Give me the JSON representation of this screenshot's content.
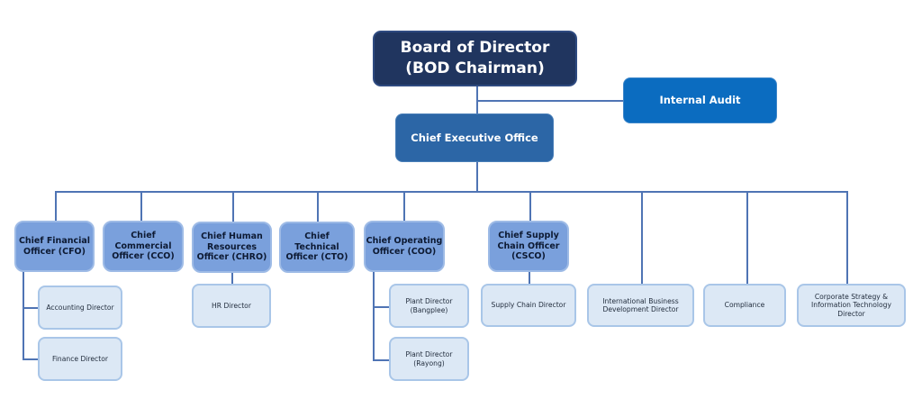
{
  "top": {
    "board": "Board of Director\n(BOD Chairman)",
    "internal_audit": "Internal Audit",
    "ceo": "Chief Executive Office"
  },
  "chiefs": [
    {
      "label": "Chief Financial\nOfficer (CFO)"
    },
    {
      "label": "Chief\nCommercial\nOfficer (CCO)"
    },
    {
      "label": "Chief Human\nResources\nOfficer (CHRO)"
    },
    {
      "label": "Chief\nTechnical\nOfficer (CTO)"
    },
    {
      "label": "Chief Operating\nOfficer (COO)"
    },
    {
      "label": "Chief Supply\nChain Officer\n(CSCO)"
    }
  ],
  "directors": {
    "cfo": [
      "Accounting Director",
      "Finance Director"
    ],
    "chro": [
      "HR Director"
    ],
    "coo": [
      "Plant Director\n(Bangplee)",
      "Plant Director\n(Rayong)"
    ],
    "csco": [
      "Supply Chain Director"
    ],
    "independent": [
      "International Business\nDevelopment Director",
      "Compliance",
      "Corporate Strategy &\nInformation Technology\nDirector"
    ]
  },
  "colors": {
    "board": "#20355f",
    "internal_audit": "#0b6cc0",
    "ceo": "#2c66a6",
    "chief": "#7aa0dc",
    "director": "#dce8f5",
    "connector": "#4f74b4"
  }
}
